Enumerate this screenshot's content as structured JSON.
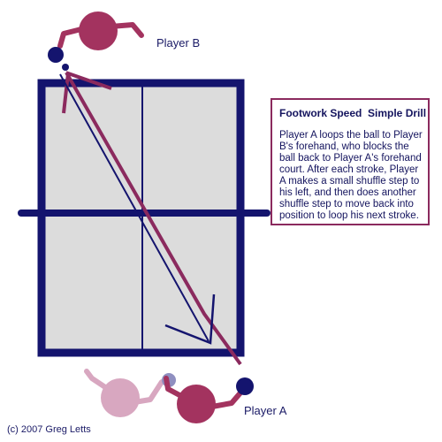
{
  "labels": {
    "player_b": "Player B",
    "player_a": "Player A",
    "copyright": "(c) 2007 Greg Letts"
  },
  "info": {
    "title": "Footwork Speed  Simple Drill",
    "body": "Player A loops the ball to Player B's forehand, who blocks the ball back to Player A's forehand court. After each stroke, Player A makes a small shuffle step to his left, and then does another shuffle step to move back into position to loop his next stroke."
  },
  "colors": {
    "table_border": "#14146e",
    "table_surface": "#dcdcdc",
    "net": "#14146e",
    "player_body": "#a3335f",
    "player_ghost": "#d8a7c0",
    "arrow_loop": "#8b2a5e",
    "arrow_block": "#14146e",
    "box_border": "#8b2a5e",
    "text": "#1a1a66"
  }
}
